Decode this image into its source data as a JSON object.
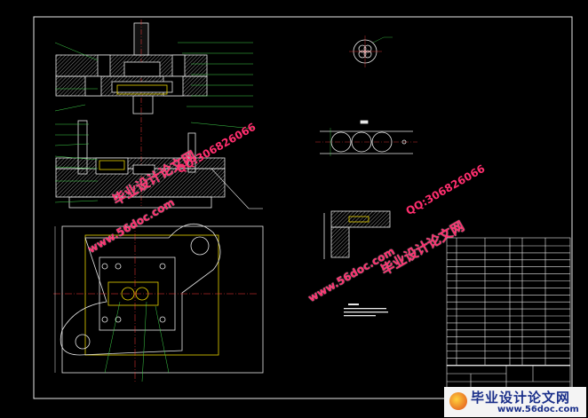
{
  "watermark": {
    "brand_cn": "毕业设计论文网",
    "site": "www.56doc.com",
    "qq": "QQ:306826066"
  },
  "logo": {
    "brand": "毕业设计论文网",
    "url": "www.56doc.com"
  },
  "colors": {
    "background": "#000000",
    "line_white": "#e8e8e8",
    "line_yellow": "#e8d200",
    "line_green": "#3fd04a",
    "line_red": "#ff3a3a",
    "watermark": "#ff2e6e"
  }
}
